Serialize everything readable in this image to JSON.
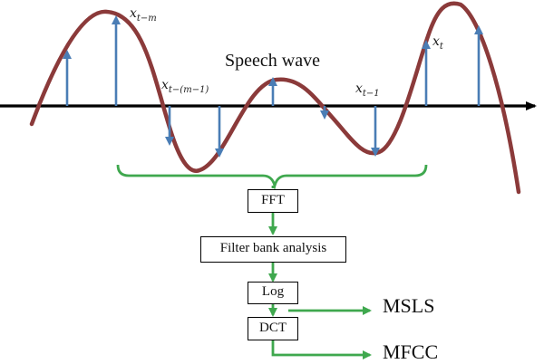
{
  "wave": {
    "title": "Speech wave"
  },
  "samples": [
    {
      "var": "x",
      "sub": "t−m"
    },
    {
      "var": "x",
      "sub": "t−(m−1)"
    },
    {
      "var": "x",
      "sub": "t−1"
    },
    {
      "var": "x",
      "sub": "t"
    }
  ],
  "pipeline": [
    {
      "label": "FFT"
    },
    {
      "label": "Filter bank analysis"
    },
    {
      "label": "Log"
    },
    {
      "label": "DCT"
    }
  ],
  "outputs": [
    {
      "label": "MSLS"
    },
    {
      "label": "MFCC"
    }
  ],
  "colors": {
    "wave": "#8b3a3a",
    "arrows": "#4a7db5",
    "flow": "#3fa84e",
    "axis": "#000000"
  }
}
